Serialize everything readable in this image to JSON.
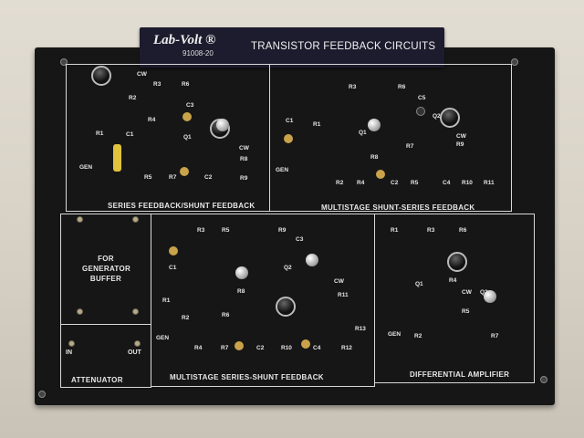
{
  "header": {
    "logo": "Lab-Volt ®",
    "model": "91008-20",
    "title": "TRANSISTOR FEEDBACK CIRCUITS"
  },
  "panels": {
    "series_shunt": {
      "title": "SERIES FEEDBACK/SHUNT FEEDBACK",
      "labels": [
        "CW",
        "R3",
        "R6",
        "R2",
        "R4",
        "C3",
        "R1",
        "C1",
        "Q1",
        "GEN",
        "CW",
        "R8",
        "R9",
        "R5",
        "R7",
        "C2"
      ]
    },
    "shunt_series": {
      "title": "MULTISTAGE SHUNT-SERIES FEEDBACK",
      "labels": [
        "R3",
        "R6",
        "C5",
        "C1",
        "R1",
        "Q1",
        "Q2",
        "R7",
        "CW",
        "R9",
        "R8",
        "GEN",
        "R2",
        "R4",
        "C2",
        "R5",
        "C4",
        "R10",
        "R11"
      ]
    },
    "buffer": {
      "title": "FOR GENERATOR BUFFER"
    },
    "attenuator": {
      "title": "ATTENUATOR",
      "in": "IN",
      "out": "OUT"
    },
    "series_shunt_ms": {
      "title": "MULTISTAGE SERIES-SHUNT FEEDBACK",
      "labels": [
        "R3",
        "R5",
        "R9",
        "C3",
        "C1",
        "R1",
        "R2",
        "R8",
        "R6",
        "Q2",
        "CW",
        "R11",
        "R13",
        "GEN",
        "R4",
        "R7",
        "C2",
        "R10",
        "C4",
        "R12"
      ]
    },
    "diff_amp": {
      "title": "DIFFERENTIAL AMPLIFIER",
      "labels": [
        "R1",
        "R3",
        "R6",
        "Q1",
        "R4",
        "CW",
        "Q2",
        "R5",
        "GEN",
        "R2",
        "R7"
      ]
    }
  }
}
